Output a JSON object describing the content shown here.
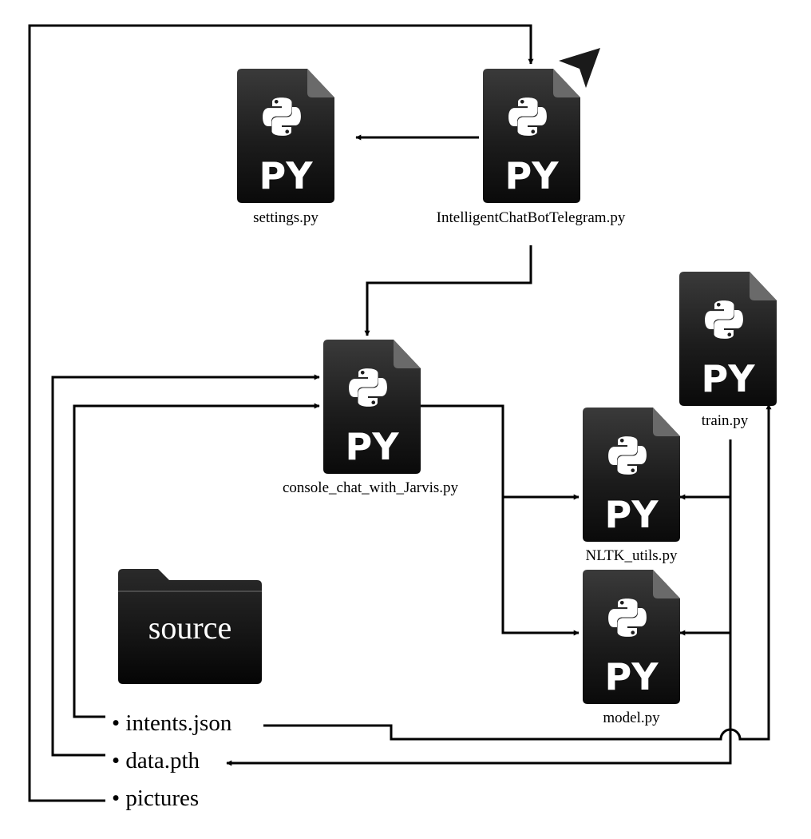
{
  "files": [
    {
      "id": "settings",
      "label": "settings.py",
      "badge": "PY"
    },
    {
      "id": "telegram",
      "label": "IntelligentChatBotTelegram.py",
      "badge": "PY"
    },
    {
      "id": "console",
      "label": "console_chat_with_Jarvis.py",
      "badge": "PY"
    },
    {
      "id": "train",
      "label": "train.py",
      "badge": "PY"
    },
    {
      "id": "nltk",
      "label": "NLTK_utils.py",
      "badge": "PY"
    },
    {
      "id": "model",
      "label": "model.py",
      "badge": "PY"
    }
  ],
  "folder": {
    "label": "source",
    "icon": "folder-icon"
  },
  "items": [
    {
      "id": "intents",
      "label": "• intents.json"
    },
    {
      "id": "data",
      "label": "• data.pth"
    },
    {
      "id": "pictures",
      "label": "• pictures"
    }
  ],
  "icons": {
    "file": "python-file-icon",
    "telegram": "telegram-send-icon"
  },
  "colors": {
    "line": "#000000",
    "icon_dark": "#1a1a1a",
    "icon_text": "#ffffff"
  }
}
